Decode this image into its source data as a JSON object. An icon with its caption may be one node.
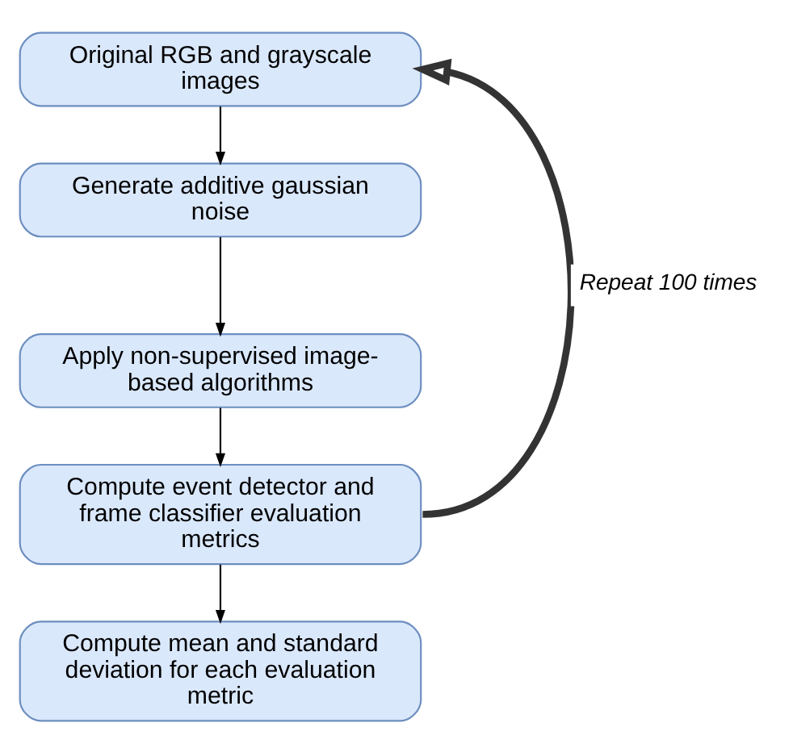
{
  "diagram": {
    "nodes": [
      {
        "text": [
          "Original RGB and grayscale images"
        ]
      },
      {
        "text": [
          "Generate additive gaussian noise"
        ]
      },
      {
        "text": [
          "Apply non-supervised image-based algorithms"
        ]
      },
      {
        "text": [
          "Compute event detector and frame classifier evaluation metrics"
        ]
      },
      {
        "text": [
          "Compute mean and standard deviation for each evaluation metric"
        ]
      }
    ],
    "edges": [
      {
        "from": 0,
        "to": 1,
        "arrow": "to"
      },
      {
        "from": 1,
        "to": 2,
        "arrow": "to"
      },
      {
        "from": 2,
        "to": 3,
        "arrow": "to"
      },
      {
        "from": 3,
        "to": 4,
        "arrow": "to"
      },
      {
        "from": 3,
        "to": 0,
        "arrow": "to",
        "label": "Repeat 100 times",
        "style": "thick"
      }
    ]
  }
}
